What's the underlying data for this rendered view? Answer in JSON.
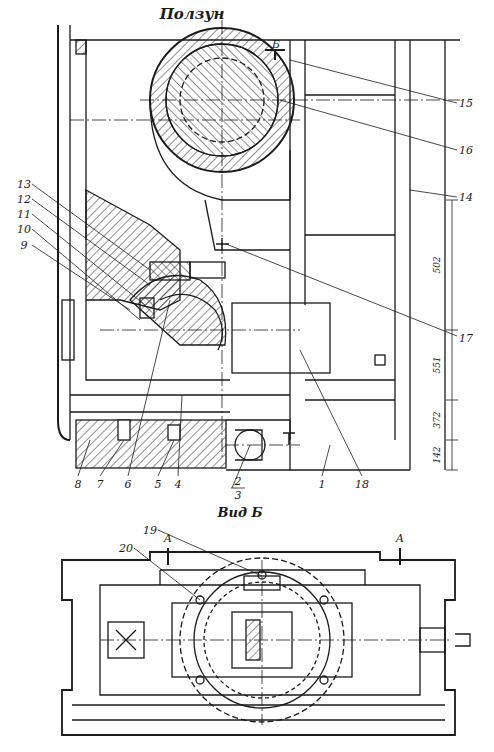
{
  "diagram": {
    "title": "Ползун",
    "labels": [
      "Б",
      "15",
      "16",
      "14",
      "17",
      "13",
      "12",
      "11",
      "10",
      "9",
      "8",
      "7",
      "6",
      "5",
      "4",
      "2",
      "3",
      "1",
      "18",
      "502",
      "551",
      "372",
      "142",
      "Вид Б",
      "19",
      "20",
      "А",
      "А"
    ]
  }
}
